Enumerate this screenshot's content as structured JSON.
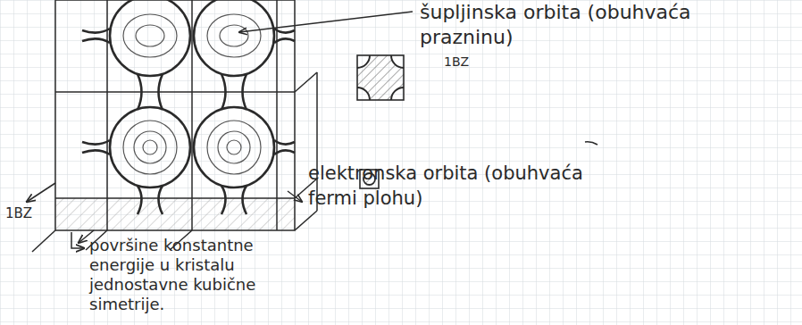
{
  "diagram": {
    "labels": [
      "šupljinska orbita (obuhvaća prazninu)",
      "1BZ",
      "elektronska orbita (obuhvaća fermi plohu)",
      "1BZ",
      "površine konstantne energije u kristalu jednostavne kubične simetrije."
    ]
  }
}
